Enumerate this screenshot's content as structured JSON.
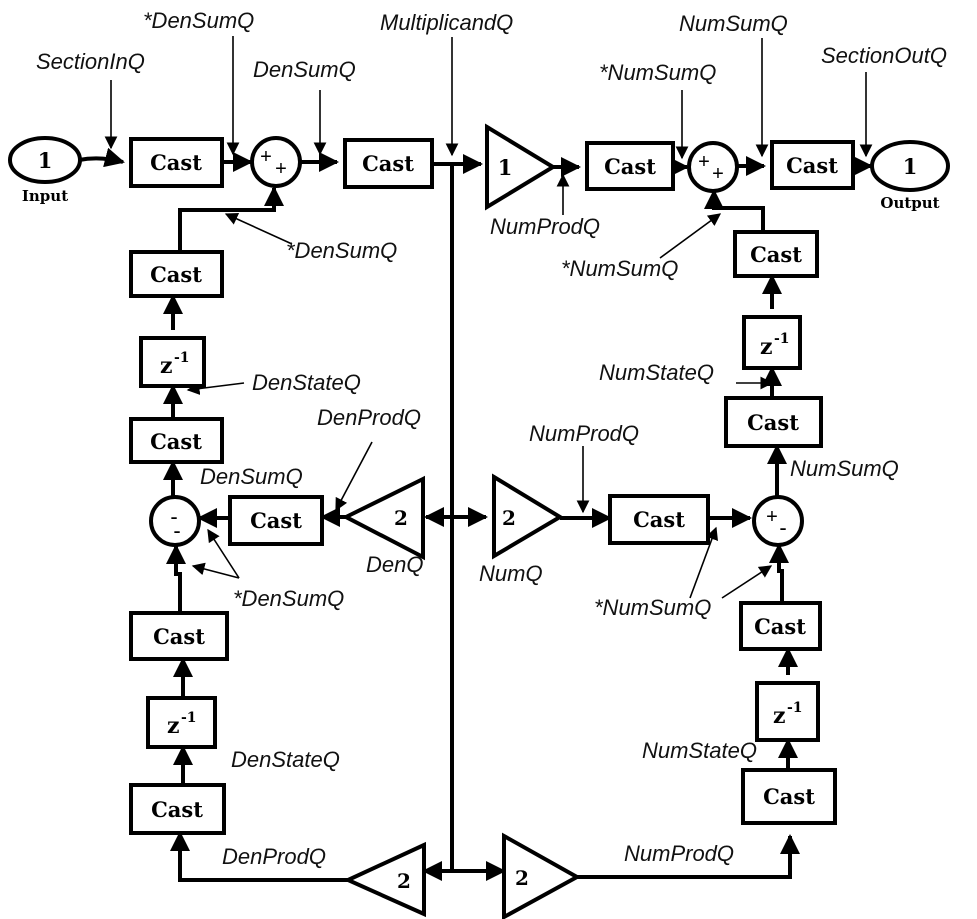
{
  "colors": {
    "stroke": "#000000",
    "background": "#ffffff"
  },
  "ports": {
    "input": {
      "number": "1",
      "label": "Input"
    },
    "output": {
      "number": "1",
      "label": "Output"
    }
  },
  "blocks": {
    "cast_label": "Cast",
    "delay_base": "z",
    "delay_exp": "-1",
    "gain_forward": "1",
    "gain_coeff": "2",
    "sum_pp": "+",
    "sum_pm_plus": "+",
    "sum_pm_minus": "-",
    "sum_mm_minus": "-"
  },
  "annotations": {
    "den_sum_q_star_top": "*DenSumQ",
    "section_in_q": "SectionInQ",
    "den_sum_q_top": "DenSumQ",
    "multiplicand_q": "MultiplicandQ",
    "num_sum_q_top": "NumSumQ",
    "num_sum_q_star_top": "*NumSumQ",
    "section_out_q": "SectionOutQ",
    "num_prod_q_top": "NumProdQ",
    "den_sum_q_star_left": "*DenSumQ",
    "num_sum_q_star_right": "*NumSumQ",
    "den_state_q_upper": "DenStateQ",
    "num_state_q_upper": "NumStateQ",
    "den_prod_q_mid": "DenProdQ",
    "num_prod_q_mid": "NumProdQ",
    "den_sum_q_mid": "DenSumQ",
    "num_sum_q_mid": "NumSumQ",
    "den_q": "DenQ",
    "num_q": "NumQ",
    "den_sum_q_star_mid": "*DenSumQ",
    "num_sum_q_star_mid": "*NumSumQ",
    "den_state_q_lower": "DenStateQ",
    "num_state_q_lower": "NumStateQ",
    "den_prod_q_bottom": "DenProdQ",
    "num_prod_q_bottom": "NumProdQ"
  }
}
